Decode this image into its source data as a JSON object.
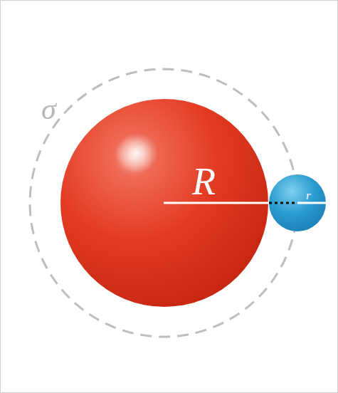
{
  "diagram": {
    "labels": [
      "σ",
      "R",
      "r"
    ]
  }
}
